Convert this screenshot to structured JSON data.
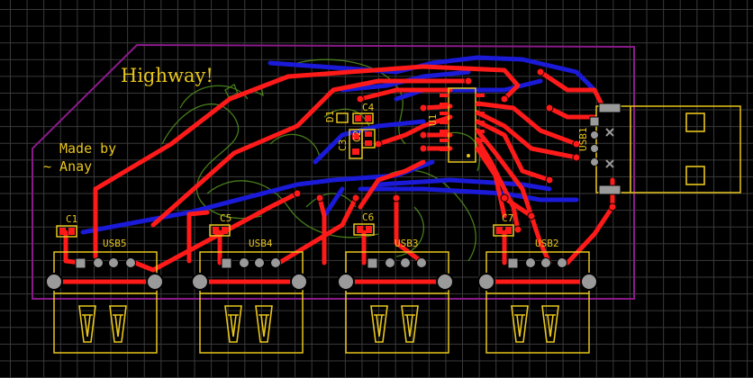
{
  "board": {
    "title_text": "Highway!",
    "credit_line1": "Made by",
    "credit_line2": "~ Anay"
  },
  "designators": {
    "c1": "C1",
    "c2": "C2",
    "c3": "C3",
    "c4": "C4",
    "c5": "C5",
    "c6": "C6",
    "c7": "C7",
    "d1": "D1",
    "u1": "U1",
    "usb1": "USB1",
    "usb2": "USB2",
    "usb3": "USB3",
    "usb4": "USB4",
    "usb5": "USB5"
  },
  "colors": {
    "background": "#000000",
    "grid": "#3a3a3a",
    "outline": "#8a1a8a",
    "top_copper": "#ff1a1a",
    "bottom_copper": "#1a1ad8",
    "silkscreen": "#e8c51c",
    "logo_artwork": "#4f8a1e",
    "pad": "#9a9a9a"
  }
}
